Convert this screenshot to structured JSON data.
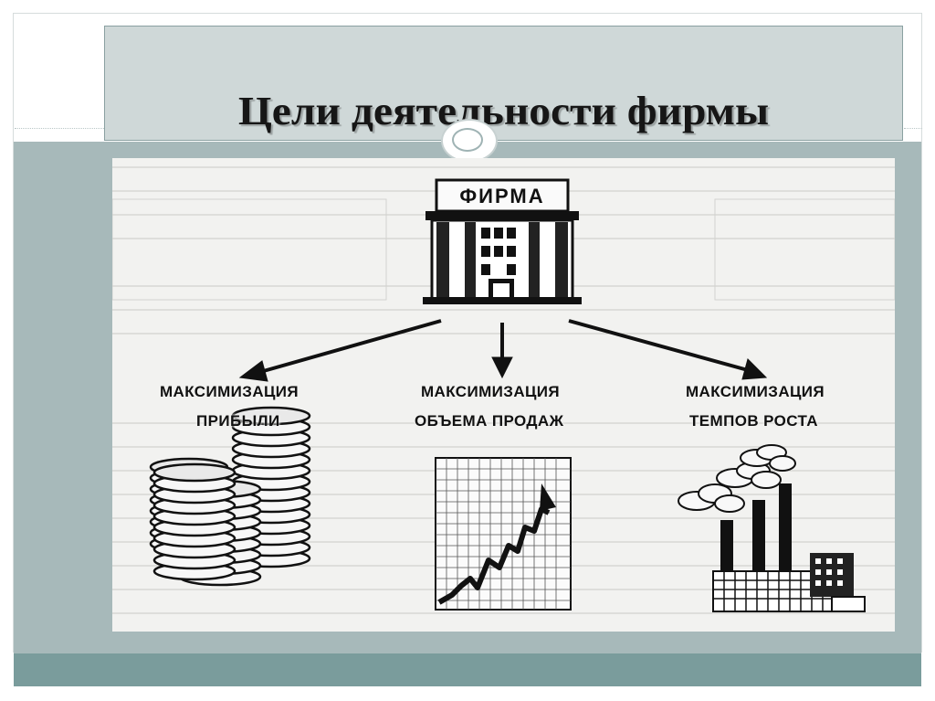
{
  "slide": {
    "title": "Цели деятельности фирмы"
  },
  "diagram": {
    "firm_label": "ФИРМА",
    "goals": [
      {
        "line1": "МАКСИМИЗАЦИЯ",
        "line2": "ПРИБЫЛИ",
        "icon": "coins-icon"
      },
      {
        "line1": "МАКСИМИЗАЦИЯ",
        "line2": "ОБЪЕМА ПРОДАЖ",
        "icon": "growth-chart-icon"
      },
      {
        "line1": "МАКСИМИЗАЦИЯ",
        "line2": "ТЕМПОВ РОСТА",
        "icon": "factory-icon"
      }
    ]
  },
  "colors": {
    "band": "#a7b9ba",
    "bottom_bar": "#7a9c9c",
    "title_box": "#cfd8d8",
    "ink": "#111111"
  }
}
